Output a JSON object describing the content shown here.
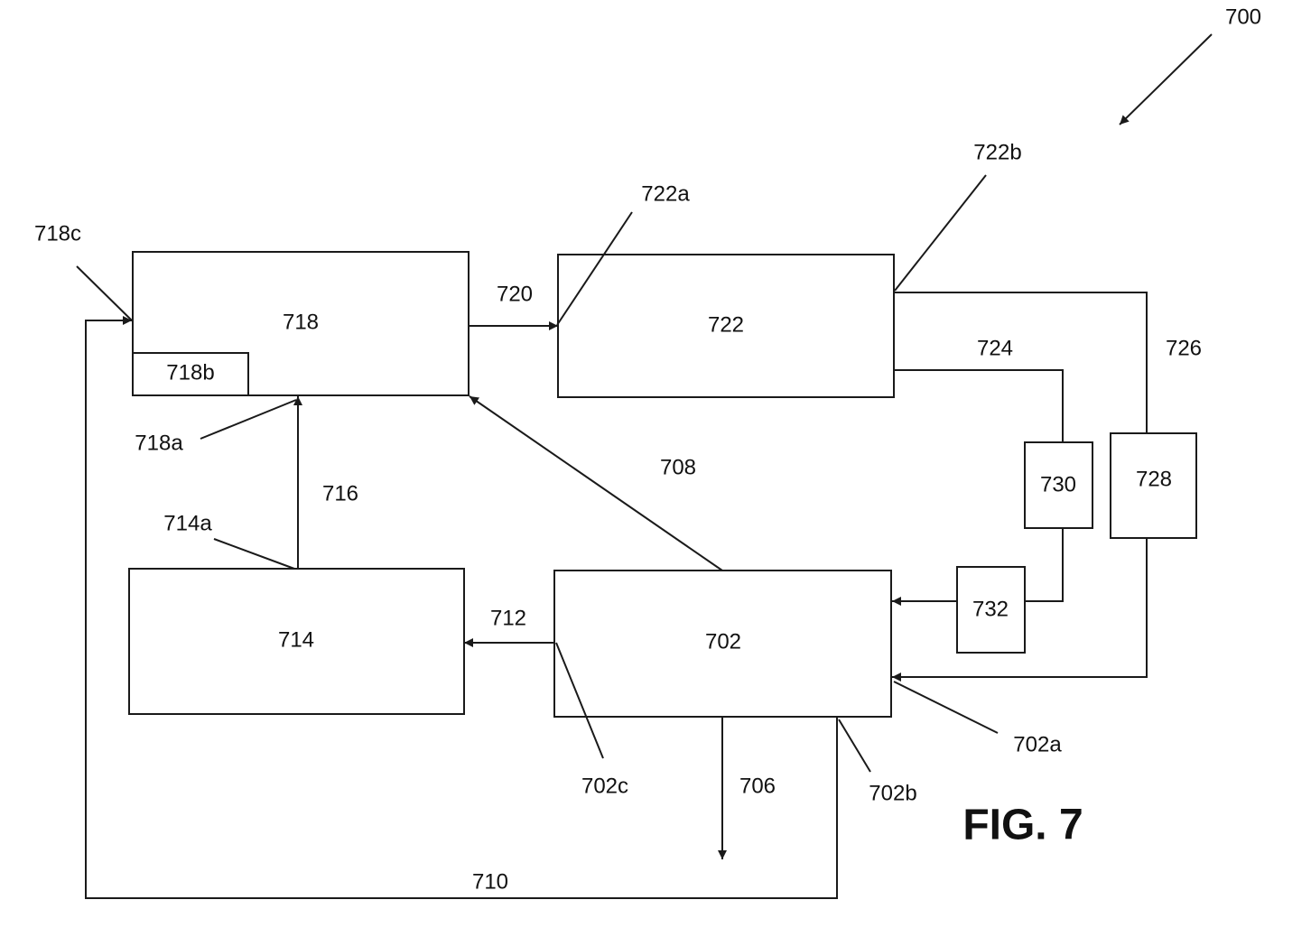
{
  "figure": {
    "title": "FIG. 7",
    "reference": "700"
  },
  "blocks": {
    "b718": "718",
    "b718b": "718b",
    "b722": "722",
    "b714": "714",
    "b702": "702",
    "b730": "730",
    "b728": "728",
    "b732": "732"
  },
  "labels": {
    "l718c": "718c",
    "l718a": "718a",
    "l714a": "714a",
    "l716": "716",
    "l720": "720",
    "l722a": "722a",
    "l722b": "722b",
    "l724": "724",
    "l726": "726",
    "l708": "708",
    "l712": "712",
    "l702c": "702c",
    "l706": "706",
    "l702b": "702b",
    "l702a": "702a",
    "l710": "710"
  }
}
